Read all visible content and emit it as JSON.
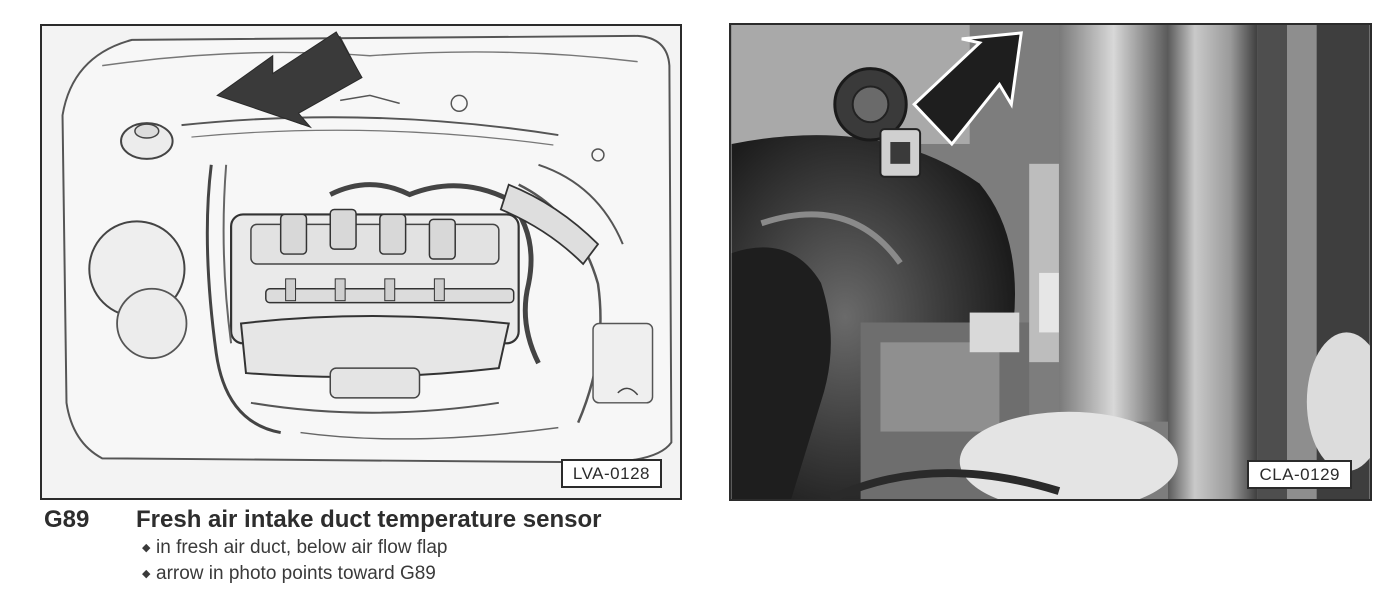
{
  "figures": [
    {
      "id": "left",
      "label": "LVA-0128",
      "description_icon": "engine-bay-line-drawing"
    },
    {
      "id": "right",
      "label": "CLA-0129",
      "description_icon": "sensor-closeup-photo"
    }
  ],
  "caption": {
    "code": "G89",
    "title": "Fresh air intake duct temperature sensor",
    "bullets": [
      "in fresh air duct, below air flow flap",
      "arrow in photo points toward G89"
    ]
  },
  "colors": {
    "ink": "#2b2b2b",
    "arrow": "#3a3a3a",
    "photo_dark": "#2a2a2a",
    "photo_mid": "#8a8a8a",
    "photo_light": "#d6d6d6"
  }
}
